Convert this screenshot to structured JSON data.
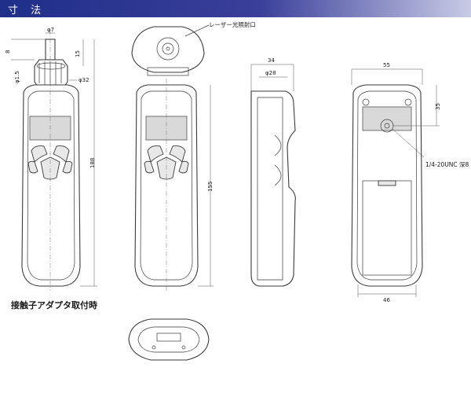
{
  "header": {
    "title": "寸 法"
  },
  "dimensions": {
    "front_view": {
      "phi7": "φ7",
      "d8": "8",
      "d15": "15",
      "phi15": "φ1.5",
      "phi32": "φ32",
      "d188": "188"
    },
    "front_view_2": {
      "d155": "155"
    },
    "side_view": {
      "d34": "34",
      "phi28": "φ28"
    },
    "back_view": {
      "d55": "55",
      "d35": "35",
      "d46": "46"
    }
  },
  "labels": {
    "laser_port": "レーザー光照射口",
    "screw": "1/4-20UNC 深8",
    "caption": "接触子アダプタ取付時"
  }
}
